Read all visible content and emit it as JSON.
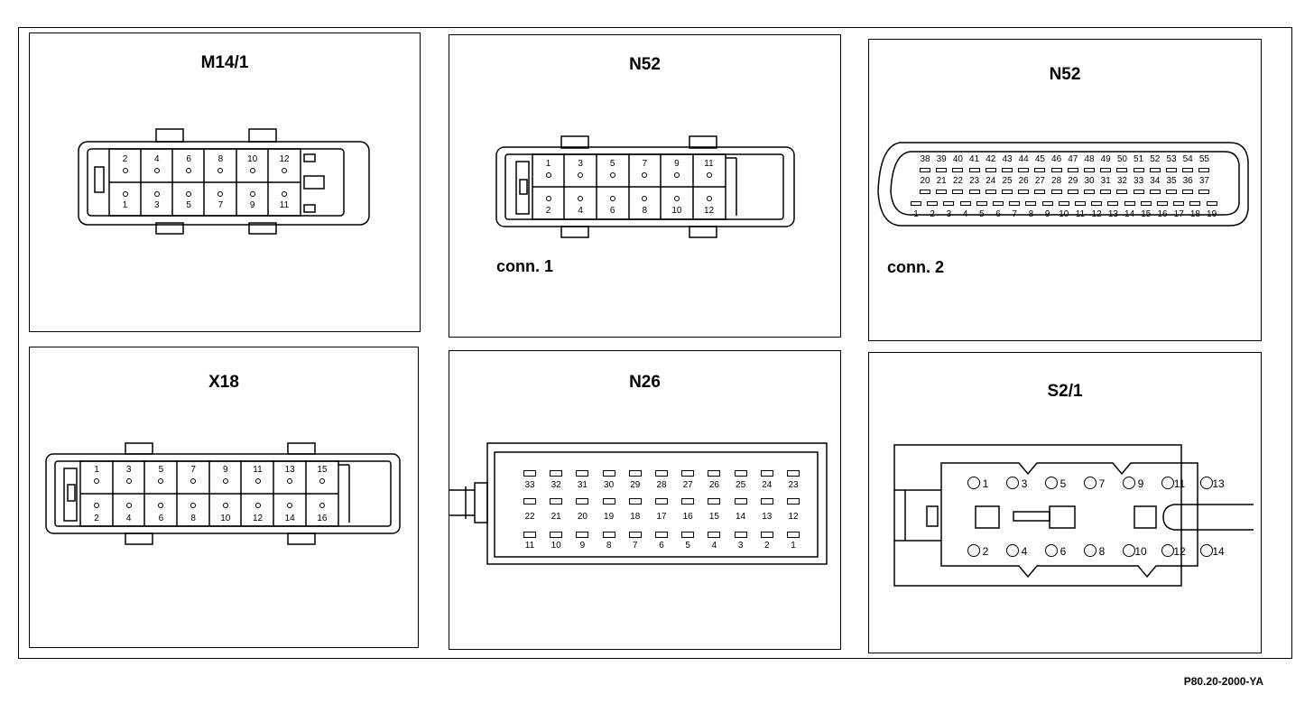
{
  "reference": "P80.20-2000-YA",
  "panels": {
    "m14": {
      "title": "M14/1",
      "top_pins": [
        "2",
        "4",
        "6",
        "8",
        "10",
        "12"
      ],
      "bottom_pins": [
        "1",
        "3",
        "5",
        "7",
        "9",
        "11"
      ]
    },
    "n52a": {
      "title": "N52",
      "connector_label": "conn. 1",
      "top_pins": [
        "1",
        "3",
        "5",
        "7",
        "9",
        "11"
      ],
      "bottom_pins": [
        "2",
        "4",
        "6",
        "8",
        "10",
        "12"
      ]
    },
    "n52b": {
      "title": "N52",
      "connector_label": "conn. 2",
      "row_top": [
        "38",
        "39",
        "40",
        "41",
        "42",
        "43",
        "44",
        "45",
        "46",
        "47",
        "48",
        "49",
        "50",
        "51",
        "52",
        "53",
        "54",
        "55"
      ],
      "row_mid": [
        "20",
        "21",
        "22",
        "23",
        "24",
        "25",
        "26",
        "27",
        "28",
        "29",
        "30",
        "31",
        "32",
        "33",
        "34",
        "35",
        "36",
        "37"
      ],
      "row_bottom": [
        "1",
        "2",
        "3",
        "4",
        "5",
        "6",
        "7",
        "8",
        "9",
        "10",
        "11",
        "12",
        "13",
        "14",
        "15",
        "16",
        "17",
        "18",
        "19"
      ]
    },
    "x18": {
      "title": "X18",
      "top_pins": [
        "1",
        "3",
        "5",
        "7",
        "9",
        "11",
        "13",
        "15"
      ],
      "bottom_pins": [
        "2",
        "4",
        "6",
        "8",
        "10",
        "12",
        "14",
        "16"
      ]
    },
    "n26": {
      "title": "N26",
      "row1": [
        "33",
        "32",
        "31",
        "30",
        "29",
        "28",
        "27",
        "26",
        "25",
        "24",
        "23"
      ],
      "row2": [
        "22",
        "21",
        "20",
        "19",
        "18",
        "17",
        "16",
        "15",
        "14",
        "13",
        "12"
      ],
      "row3": [
        "11",
        "10",
        "9",
        "8",
        "7",
        "6",
        "5",
        "4",
        "3",
        "2",
        "1"
      ]
    },
    "s21": {
      "title": "S2/1",
      "top_pins": [
        "1",
        "3",
        "5",
        "7",
        "9",
        "11",
        "13"
      ],
      "bottom_pins": [
        "2",
        "4",
        "6",
        "8",
        "10",
        "12",
        "14"
      ]
    }
  }
}
